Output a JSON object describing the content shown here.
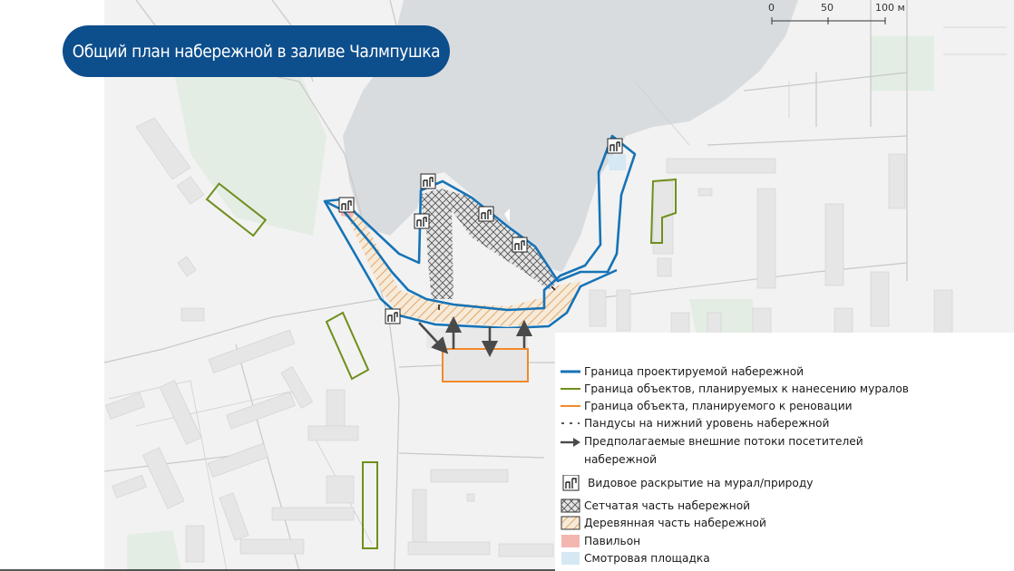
{
  "title": "Общий план набережной в заливе Чалмпушка",
  "scale_bar": {
    "labels": [
      "0",
      "50",
      "100 м"
    ]
  },
  "legend": {
    "items": [
      {
        "symbol": "line",
        "color": "#1673b6",
        "label": "Граница проектируемой набережной"
      },
      {
        "symbol": "line",
        "color": "#6f8f1c",
        "label": "Граница объектов, планируемых к нанесению муралов"
      },
      {
        "symbol": "line",
        "color": "#f28a2b",
        "label": "Граница объекта, планируемого к реновации"
      },
      {
        "symbol": "dashed",
        "color": "#222222",
        "label": "Пандусы на нижний уровень набережной"
      },
      {
        "symbol": "arrow",
        "color": "#4a4a4a",
        "label": "Предполагаемые внешние потоки посетителей набережной"
      },
      {
        "symbol": "viewpoint",
        "color": "#222222",
        "label": "Видовое раскрытие на мурал/природу"
      },
      {
        "symbol": "mesh",
        "color": "#555555",
        "label": "Сетчатая часть набережной"
      },
      {
        "symbol": "wood",
        "color": "#d98a3a",
        "label": "Деревянная часть набережной"
      },
      {
        "symbol": "fill",
        "color": "#f4b6b0",
        "label": "Павильон"
      },
      {
        "symbol": "fill",
        "color": "#d5e8f3",
        "label": "Смотровая площадка"
      }
    ]
  },
  "colors": {
    "water": "#d9dcdf",
    "land": "#f2f2f2",
    "building": "#e6e6e6",
    "green": "#e3ede4",
    "embankment_border": "#1673b6",
    "mural": "#6f8f1c",
    "renovation": "#f28a2b",
    "title_bg": "#0d4e8c"
  }
}
